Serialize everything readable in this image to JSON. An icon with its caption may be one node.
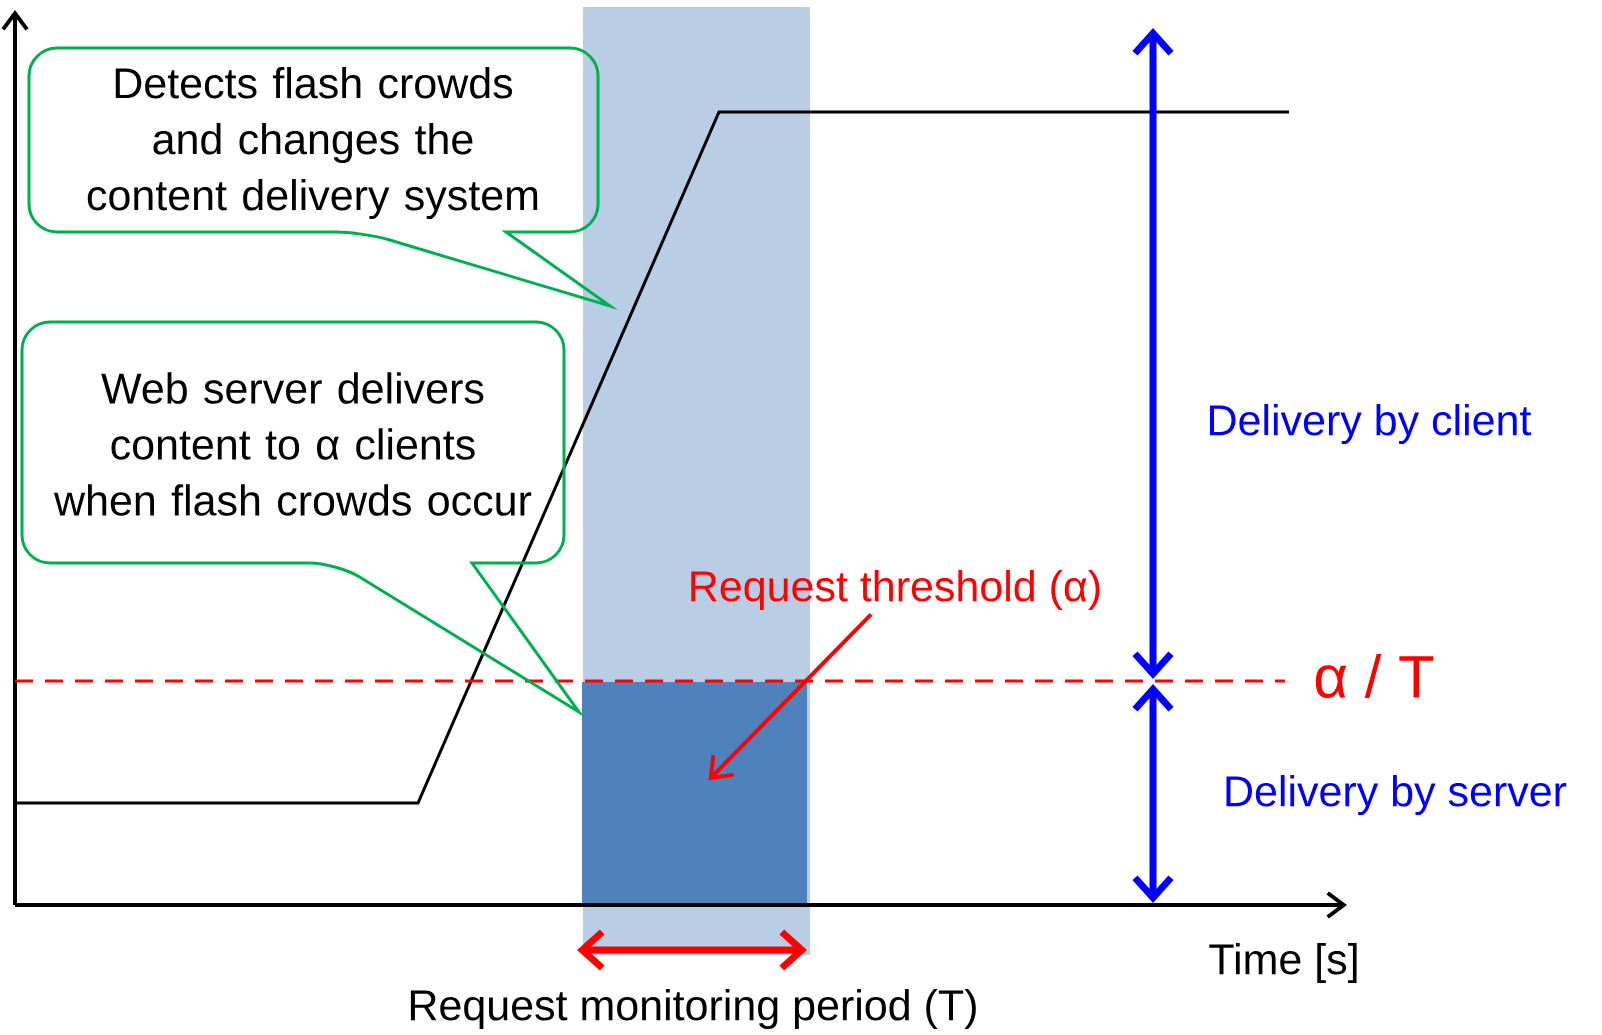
{
  "diagram": {
    "nodes": [
      {
        "text": [
          "Detects flash crowds and changes the content delivery system"
        ]
      },
      {
        "text": [
          "Web server delivers content to α clients when flash crowds occur"
        ]
      },
      {
        "text": [
          "Request threshold (α)"
        ]
      },
      {
        "text": [],
        "shape": "box"
      }
    ],
    "edges": [
      {
        "from": 2,
        "to": 3,
        "arrow": "to",
        "color": "#ff0000"
      }
    ],
    "labels": [
      "Delivery by client",
      "α / T",
      "Delivery by server",
      "Time [s]",
      "Request monitoring period (T)"
    ]
  }
}
